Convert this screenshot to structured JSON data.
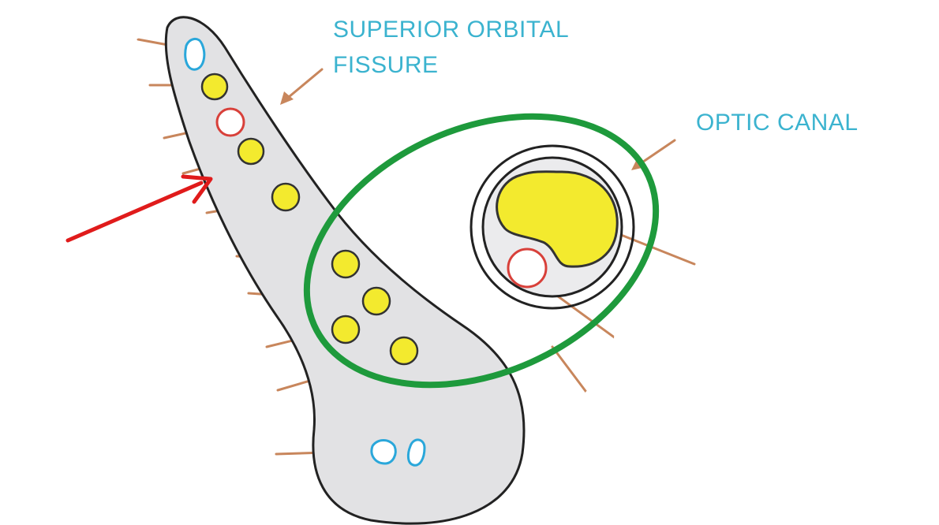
{
  "labels": {
    "superior_orbital_fissure_line1": "SUPERIOR ORBITAL",
    "superior_orbital_fissure_line2": "FISSURE",
    "optic_canal": "OPTIC CANAL"
  },
  "colors": {
    "label_text": "#3bb3cf",
    "fissure_fill": "#e2e2e4",
    "outline": "#222222",
    "annulus_ring": "#1e9a3c",
    "nerve_fill": "#f3ea2e",
    "nerve_stroke": "#333333",
    "vessel_red": "#d8403a",
    "vessel_blue": "#2aa7da",
    "leader_line": "#c8865c",
    "pointer_arrow": "#e01b1b",
    "redaction": "#ffffff"
  },
  "icons": {
    "pointer": "red-arrow-icon"
  }
}
